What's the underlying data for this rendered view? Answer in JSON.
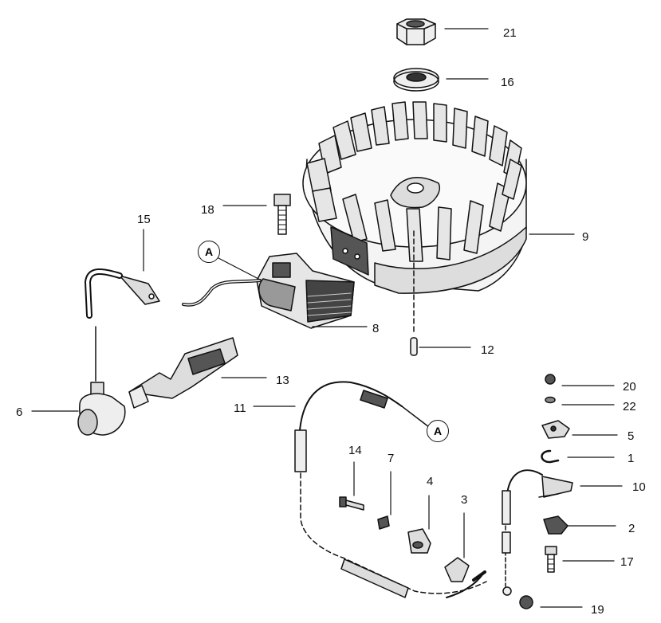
{
  "diagram": {
    "parts": [
      {
        "id": "21"
      },
      {
        "id": "16"
      },
      {
        "id": "9"
      },
      {
        "id": "18"
      },
      {
        "id": "15"
      },
      {
        "id": "8"
      },
      {
        "id": "12"
      },
      {
        "id": "13"
      },
      {
        "id": "6"
      },
      {
        "id": "11"
      },
      {
        "id": "20"
      },
      {
        "id": "22"
      },
      {
        "id": "5"
      },
      {
        "id": "1"
      },
      {
        "id": "10"
      },
      {
        "id": "2"
      },
      {
        "id": "17"
      },
      {
        "id": "19"
      },
      {
        "id": "14"
      },
      {
        "id": "7"
      },
      {
        "id": "4"
      },
      {
        "id": "3"
      }
    ],
    "connector_mark": "A"
  }
}
